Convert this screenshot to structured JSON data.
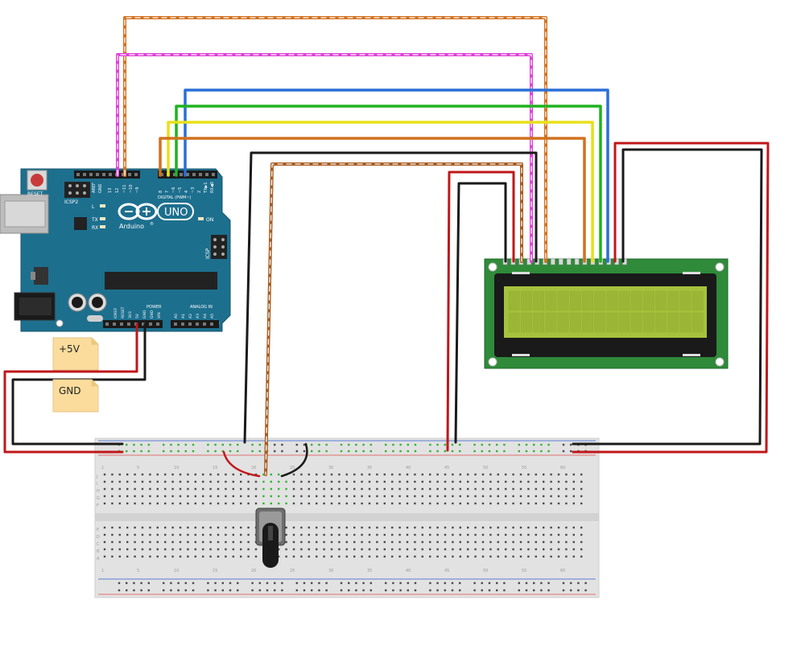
{
  "notes": [
    {
      "label": "+5V"
    },
    {
      "label": "GND"
    }
  ],
  "arduino": {
    "reset_label": "RESET",
    "icsp2_label": "ICSP2",
    "logo_text": "UNO",
    "brand_text": "Arduino",
    "trademark": "®",
    "l_label": "L",
    "tx_label": "TX",
    "rx_label": "RX",
    "on_label": "ON",
    "icsp_label": "ICSP",
    "digital_label": "DIGITAL (PWM~)",
    "power_label": "POWER",
    "analog_label": "ANALOG IN",
    "aref_label": "AREF",
    "gnd_label": "GND",
    "digital_pins": [
      "13",
      "12",
      "~11",
      "~10",
      "~9",
      "8",
      "7",
      "~6",
      "~5",
      "4",
      "~3",
      "2",
      "TX▶1",
      "RX◀0"
    ],
    "power_pins": [
      "IOREF",
      "RESET",
      "3V3",
      "5V",
      "GND",
      "GND",
      "VIN"
    ],
    "analog_pins": [
      "A0",
      "A1",
      "A2",
      "A3",
      "A4",
      "A5"
    ]
  },
  "breadboard": {
    "column_numbers": [
      "1",
      "5",
      "10",
      "15",
      "20",
      "25",
      "30",
      "35",
      "40",
      "45",
      "50",
      "55",
      "60"
    ],
    "row_letters_top": [
      "J",
      "I",
      "H",
      "G",
      "F"
    ],
    "row_letters_bottom": [
      "E",
      "D",
      "C",
      "B",
      "A"
    ]
  },
  "colors": {
    "board_blue": "#1d6f8e",
    "lcd_green": "#2f8a3a",
    "lcd_screen": "#a6c23c",
    "wire_red": "#c0171a",
    "wire_black": "#1a1a1a",
    "wire_magenta": "#e040d8",
    "wire_blue": "#2a6fd6",
    "wire_green": "#1fb31f",
    "wire_yellow": "#e8e01a",
    "wire_orange": "#d2711f",
    "wire_brown": "#a65a1f",
    "wire_dark_red": "#8b2020"
  }
}
